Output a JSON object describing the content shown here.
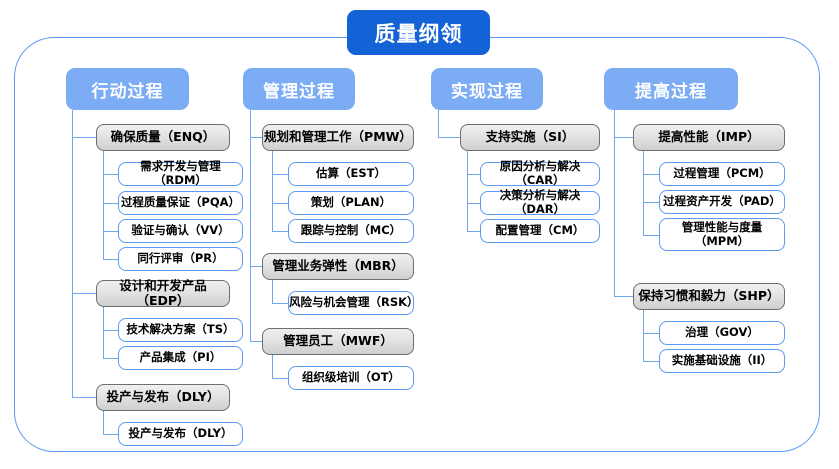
{
  "diagram": {
    "title": "质量纲领",
    "type": "organizational-hierarchy",
    "colors": {
      "root_fill": "#1363D6",
      "header_fill": "#7CACF4",
      "level2_fill": "#e3e3e3",
      "level2_border": "#6f6f6f",
      "level3_border": "#5B9BF3",
      "connector": "#6FA8EE",
      "frame_border": "#5B9BF3",
      "background": "#ffffff"
    },
    "columns": [
      {
        "header": "行动过程",
        "groups": [
          {
            "label": "确保质量（ENQ）",
            "children": [
              "需求开发与管理（RDM）",
              "过程质量保证（PQA）",
              "验证与确认（VV）",
              "同行评审（PR）"
            ]
          },
          {
            "label": "设计和开发产品（EDP）",
            "children": [
              "技术解决方案（TS）",
              "产品集成（PI）"
            ]
          },
          {
            "label": "投产与发布（DLY）",
            "children": [
              "投产与发布（DLY）"
            ]
          }
        ]
      },
      {
        "header": "管理过程",
        "groups": [
          {
            "label": "规划和管理工作（PMW）",
            "children": [
              "估算（EST）",
              "策划（PLAN）",
              "跟踪与控制（MC）"
            ]
          },
          {
            "label": "管理业务弹性（MBR）",
            "children": [
              "风险与机会管理（RSK）"
            ]
          },
          {
            "label": "管理员工（MWF）",
            "children": [
              "组织级培训（OT）"
            ]
          }
        ]
      },
      {
        "header": "实现过程",
        "groups": [
          {
            "label": "支持实施（SI）",
            "children": [
              "原因分析与解决（CAR）",
              "决策分析与解决（DAR）",
              "配置管理（CM）"
            ]
          }
        ]
      },
      {
        "header": "提高过程",
        "groups": [
          {
            "label": "提高性能（IMP）",
            "children": [
              "过程管理（PCM）",
              "过程资产开发（PAD）",
              "管理性能与度量（MPM）"
            ]
          },
          {
            "label": "保持习惯和毅力（SHP）",
            "children": [
              "治理（GOV）",
              "实施基础设施（II）"
            ]
          }
        ]
      }
    ]
  }
}
